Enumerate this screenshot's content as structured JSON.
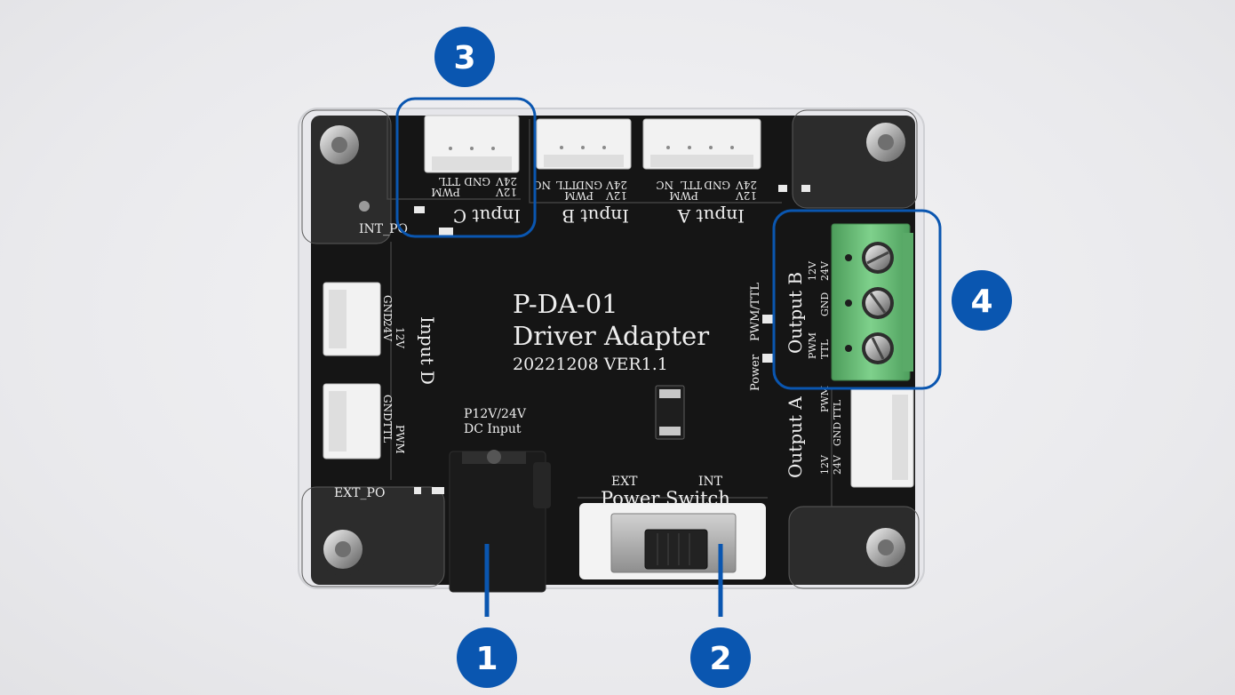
{
  "board": {
    "model": "P-DA-01",
    "name": "Driver Adapter",
    "version": "20221208 VER1.1",
    "dc_input_line1": "P12V/24V",
    "dc_input_line2": "DC Input",
    "switch_title": "Power Switch",
    "switch_ext": "EXT",
    "switch_int": "INT",
    "int_po": "INT_PO",
    "ext_po": "EXT_PO",
    "input_a": "Input A",
    "input_b": "Input B",
    "input_c": "Input C",
    "input_d": "Input D",
    "output_a": "Output A",
    "output_b": "Output B",
    "led_pwm_ttl": "PWM/TTL",
    "led_power": "Power",
    "pin_12v": "12V",
    "pin_24v": "24V",
    "pin_gnd": "GND",
    "pin_ttl": "TTL",
    "pin_pwm": "PWM",
    "pin_nc": "NC"
  },
  "callouts": [
    {
      "number": "1"
    },
    {
      "number": "2"
    },
    {
      "number": "3"
    },
    {
      "number": "4"
    }
  ],
  "colors": {
    "callout_blue": "#0a56b0",
    "pcb": "#141414",
    "terminal_green": "#6cc27a",
    "connector_white": "#f1f1f1"
  }
}
